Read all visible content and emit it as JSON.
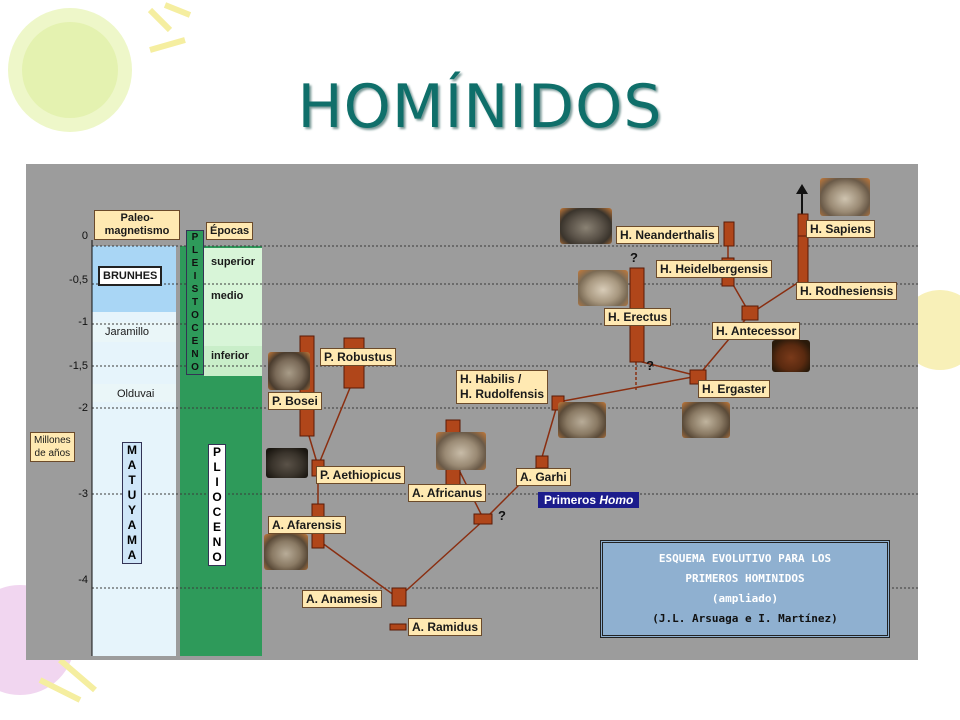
{
  "title": "HOMÍNIDOS",
  "axis": {
    "label_line1": "Millones",
    "label_line2": "de años",
    "ticks": [
      "0",
      "-0,5",
      "-1",
      "-1,5",
      "-2",
      "-3",
      "-4"
    ]
  },
  "paleomagnetism": {
    "header_line1": "Paleo-",
    "header_line2": "magnetismo",
    "brunhes": "BRUNHES",
    "jaramillo": "Jaramillo",
    "olduvai": "Olduvai",
    "matuyama": [
      "M",
      "A",
      "T",
      "U",
      "Y",
      "A",
      "M",
      "A"
    ]
  },
  "epochs": {
    "header": "Épocas",
    "pleistoceno": [
      "P",
      "L",
      "E",
      "I",
      "S",
      "T",
      "O",
      "C",
      "E",
      "N",
      "O"
    ],
    "superior": "superior",
    "medio": "medio",
    "inferior": "inferior",
    "plioceno": [
      "P",
      "L",
      "I",
      "O",
      "C",
      "E",
      "N",
      "O"
    ]
  },
  "species": {
    "h_sapiens": "H. Sapiens",
    "h_neanderthalis": "H. Neanderthalis",
    "h_heidelbergensis": "H. Heidelbergensis",
    "h_rodhesiensis": "H. Rodhesiensis",
    "h_erectus": "H. Erectus",
    "h_antecessor": "H. Antecessor",
    "h_ergaster": "H. Ergaster",
    "h_habilis_line1": "H. Habilis /",
    "h_habilis_line2": "H. Rudolfensis",
    "p_robustus": "P. Robustus",
    "p_bosei": "P. Bosei",
    "p_aethiopicus": "P. Aethiopicus",
    "a_africanus": "A. Africanus",
    "a_garhi": "A. Garhi",
    "a_afarensis": "A. Afarensis",
    "a_anamesis": "A. Anamesis",
    "a_ramidus": "A. Ramidus"
  },
  "primeros_homo": {
    "text": "Primeros ",
    "italic": "Homo"
  },
  "question_mark": "?",
  "legend": {
    "line1": "ESQUEMA EVOLUTIVO PARA LOS",
    "line2": "PRIMEROS HOMINIDOS",
    "line3": "(ampliado)",
    "line4": "(J.L. Arsuaga e I. Martínez)"
  },
  "colors": {
    "title": "#0f6f6a",
    "panel": "#9c9c9c",
    "bar": "#b0461a",
    "label_bg": "#ffe9b2",
    "pliocene_green": "#2e9a5a",
    "pleistocene_light": "#d8f5d8",
    "magnet_blue": "#a9d6f5"
  }
}
